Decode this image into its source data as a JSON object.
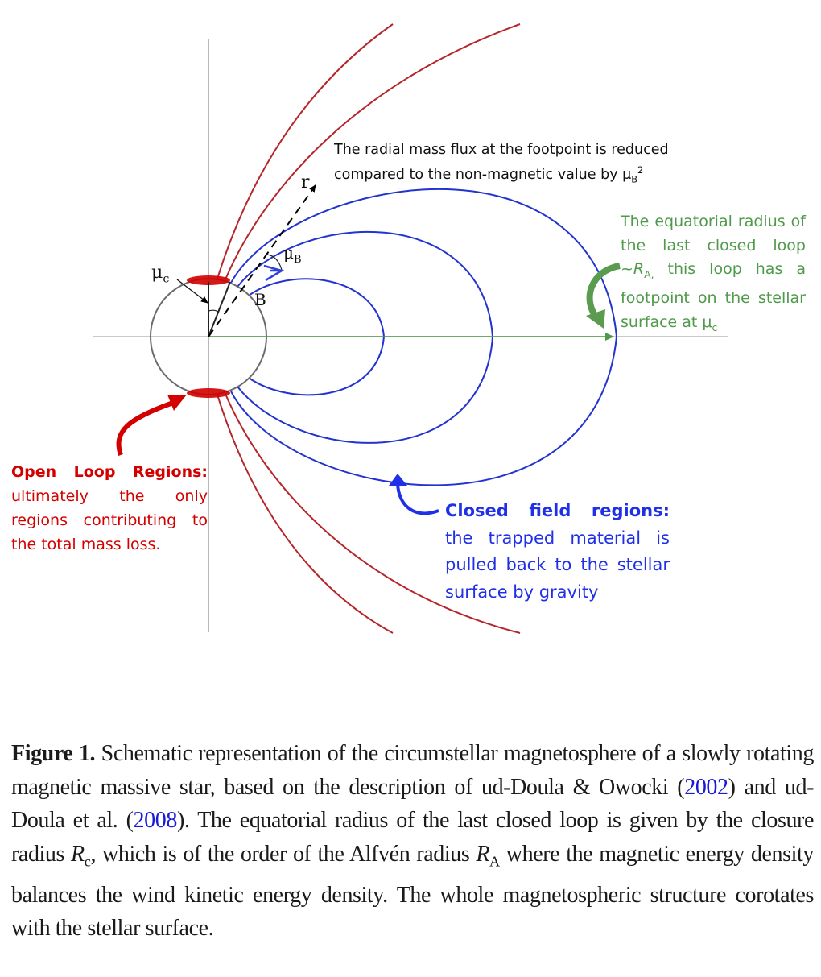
{
  "figure": {
    "domain": "astrophysics schematic",
    "colors": {
      "open_field": "#b5262b",
      "closed_field": "#2233d0",
      "star_outline": "#6b6b6b",
      "polar_cap": "#d00000",
      "green_annotation": "#4f9a4a",
      "blue_annotation": "#2030e8",
      "red_annotation": "#d40000",
      "citation_link": "#1a1ad6"
    },
    "symbols": {
      "mu_c": "μ",
      "mu_c_sub": "c",
      "mu_b": "μ",
      "mu_b_sub": "B",
      "r": "r",
      "b": "B"
    },
    "annotations": {
      "top_line1": "The radial mass flux at the footpoint is reduced",
      "top_line2": "compared to the non-magnetic value by μ",
      "top_sub": "B",
      "top_sup": "2",
      "green_text1": "The equatorial radius of the last closed loop ~",
      "green_ra": "R",
      "green_ra_sub": "A,",
      "green_text2": " this loop has a footpoint on the stellar surface at μ",
      "green_sub": "c",
      "red_title": "Open Loop Regions:",
      "red_body": " ultimately the only regions contributing to the total mass loss.",
      "blue_title": "Closed field regions:",
      "blue_body": " the trapped material is pulled back to the stellar surface by gravity"
    }
  },
  "caption": {
    "label": "Figure 1.",
    "text1": " Schematic representation of the circumstellar magnetosphere of a slowly rotating magnetic massive star, based on the description of ud-Doula & Owocki (",
    "cite1": "2002",
    "text2": ") and ud-Doula et al. (",
    "cite2": "2008",
    "text3": "). The equatorial radius of the last closed loop is given by the closure radius ",
    "rc": "R",
    "rc_sub": "c",
    "text4": ", which is of the order of the Alfvén radius ",
    "ra": "R",
    "ra_sub": "A",
    "text5": " where the magnetic energy density balances the wind kinetic energy density. The whole magnetospheric structure corotates with the stellar surface."
  }
}
